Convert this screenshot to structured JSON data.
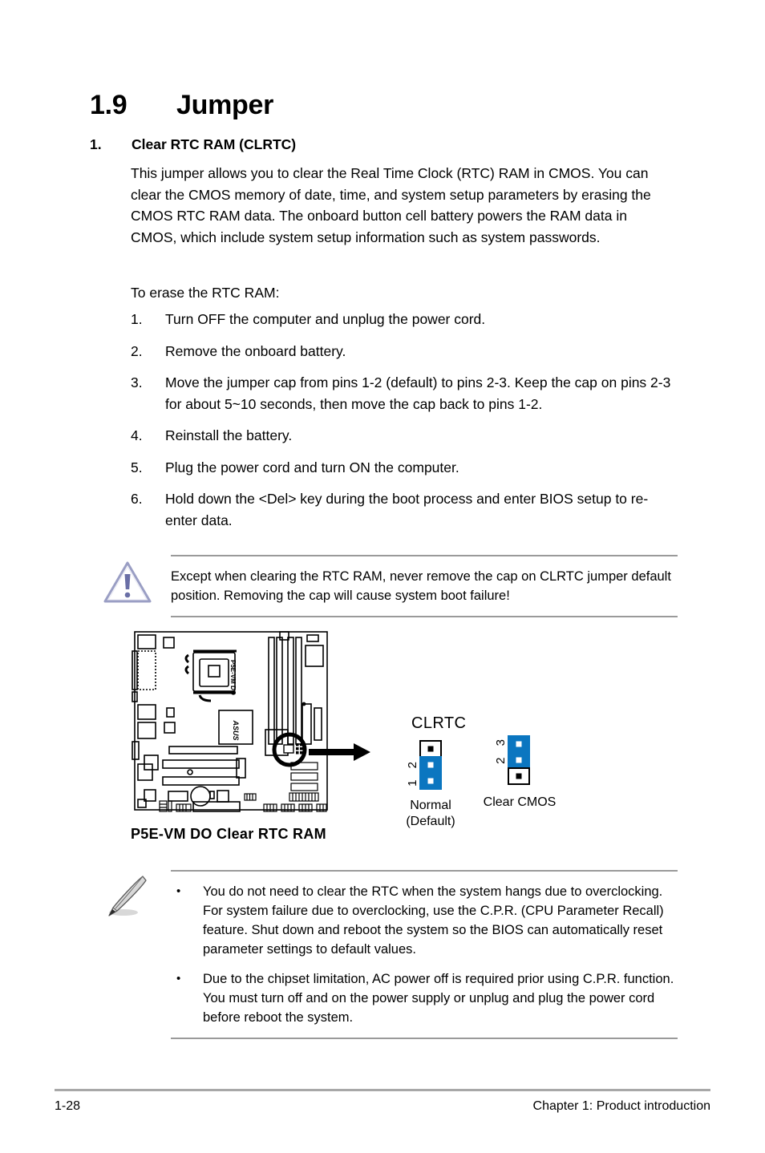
{
  "heading": {
    "number": "1.9",
    "title": "Jumper"
  },
  "topic": {
    "number": "1.",
    "title": "Clear RTC RAM (CLRTC)"
  },
  "intro_paragraph": "This jumper allows you to clear the  Real Time Clock (RTC) RAM in CMOS. You can clear the CMOS memory of date, time, and system setup parameters by erasing the CMOS RTC RAM data. The onboard button cell battery powers the RAM data in CMOS, which include system setup information such as system passwords.",
  "lead_line": "To erase the RTC RAM:",
  "steps": [
    {
      "num": "1.",
      "text": "Turn OFF the computer and unplug the power cord."
    },
    {
      "num": "2.",
      "text": "Remove the onboard battery."
    },
    {
      "num": "3.",
      "text": "Move the jumper cap from pins 1-2 (default) to pins 2-3. Keep the cap on pins 2-3 for about 5~10 seconds, then move the cap back to pins 1-2."
    },
    {
      "num": "4.",
      "text": "Reinstall the battery."
    },
    {
      "num": "5.",
      "text": "Plug the power cord and turn ON the computer."
    },
    {
      "num": "6.",
      "text": "Hold down the <Del> key during the boot process and enter BIOS setup to re-enter data."
    }
  ],
  "warning": {
    "icon": "warning-triangle-icon",
    "text": "Except when clearing the RTC RAM, never remove the cap on CLRTC jumper default position. Removing the cap will cause system boot failure!"
  },
  "figure": {
    "board_label": "P5E-VM DO",
    "board_brand": "ASUS",
    "jumper_name": "CLRTC",
    "jumper_left": {
      "pin_labels": "1 2",
      "caption_line1": "Normal",
      "caption_line2": "(Default)",
      "cells": [
        "white",
        "blue",
        "blue"
      ]
    },
    "jumper_right": {
      "pin_labels": "2 3",
      "caption_line1": "Clear CMOS",
      "caption_line2": "",
      "cells": [
        "blue",
        "blue",
        "white"
      ]
    },
    "caption": "P5E-VM DO Clear RTC RAM",
    "accent_color": "#0b76c0"
  },
  "note": {
    "icon": "note-pencil-icon",
    "bullet": "•",
    "items": [
      "You do not need to clear the RTC when the system hangs due to overclocking. For system failure due to overclocking, use the C.P.R. (CPU Parameter Recall) feature. Shut down and reboot the system so the BIOS can automatically reset parameter settings to default values.",
      "Due to the chipset limitation, AC power off is required prior using C.P.R. function. You must turn off and on the power supply or unplug and plug the power cord before reboot the system."
    ]
  },
  "footer": {
    "page_number": "1-28",
    "chapter": "Chapter 1: Product introduction"
  }
}
